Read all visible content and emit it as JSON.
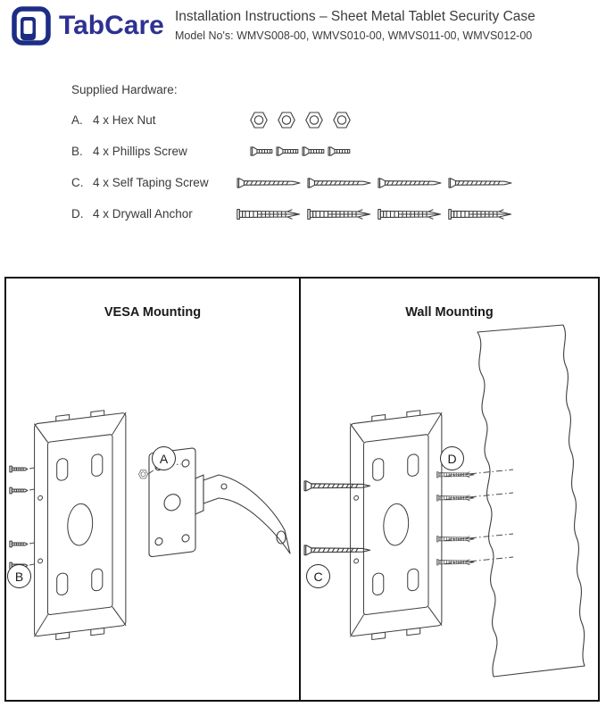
{
  "header": {
    "brand": "TabCare",
    "title": "Installation Instructions – Sheet Metal Tablet Security Case",
    "subtitle": "Model No's: WMVS008-00, WMVS010-00, WMVS011-00, WMVS012-00"
  },
  "hardware": {
    "heading": "Supplied Hardware:",
    "items": [
      {
        "label": "A.",
        "name": "4 x Hex Nut",
        "icon": "hex-nut",
        "count": 4
      },
      {
        "label": "B.",
        "name": "4 x Phillips Screw",
        "icon": "phillips-screw",
        "count": 4
      },
      {
        "label": "C.",
        "name": "4 x Self Taping Screw",
        "icon": "self-taping-screw",
        "count": 4
      },
      {
        "label": "D.",
        "name": "4 x Drywall Anchor",
        "icon": "drywall-anchor",
        "count": 4
      }
    ]
  },
  "panels": [
    {
      "title": "VESA Mounting",
      "callouts": [
        {
          "label": "A"
        },
        {
          "label": "B"
        }
      ]
    },
    {
      "title": "Wall Mounting",
      "callouts": [
        {
          "label": "D"
        },
        {
          "label": "C"
        }
      ]
    }
  ],
  "colors": {
    "brand_navy": "#1c2d85",
    "brand_blue": "#2e3192",
    "line": "#3f3f3f"
  }
}
